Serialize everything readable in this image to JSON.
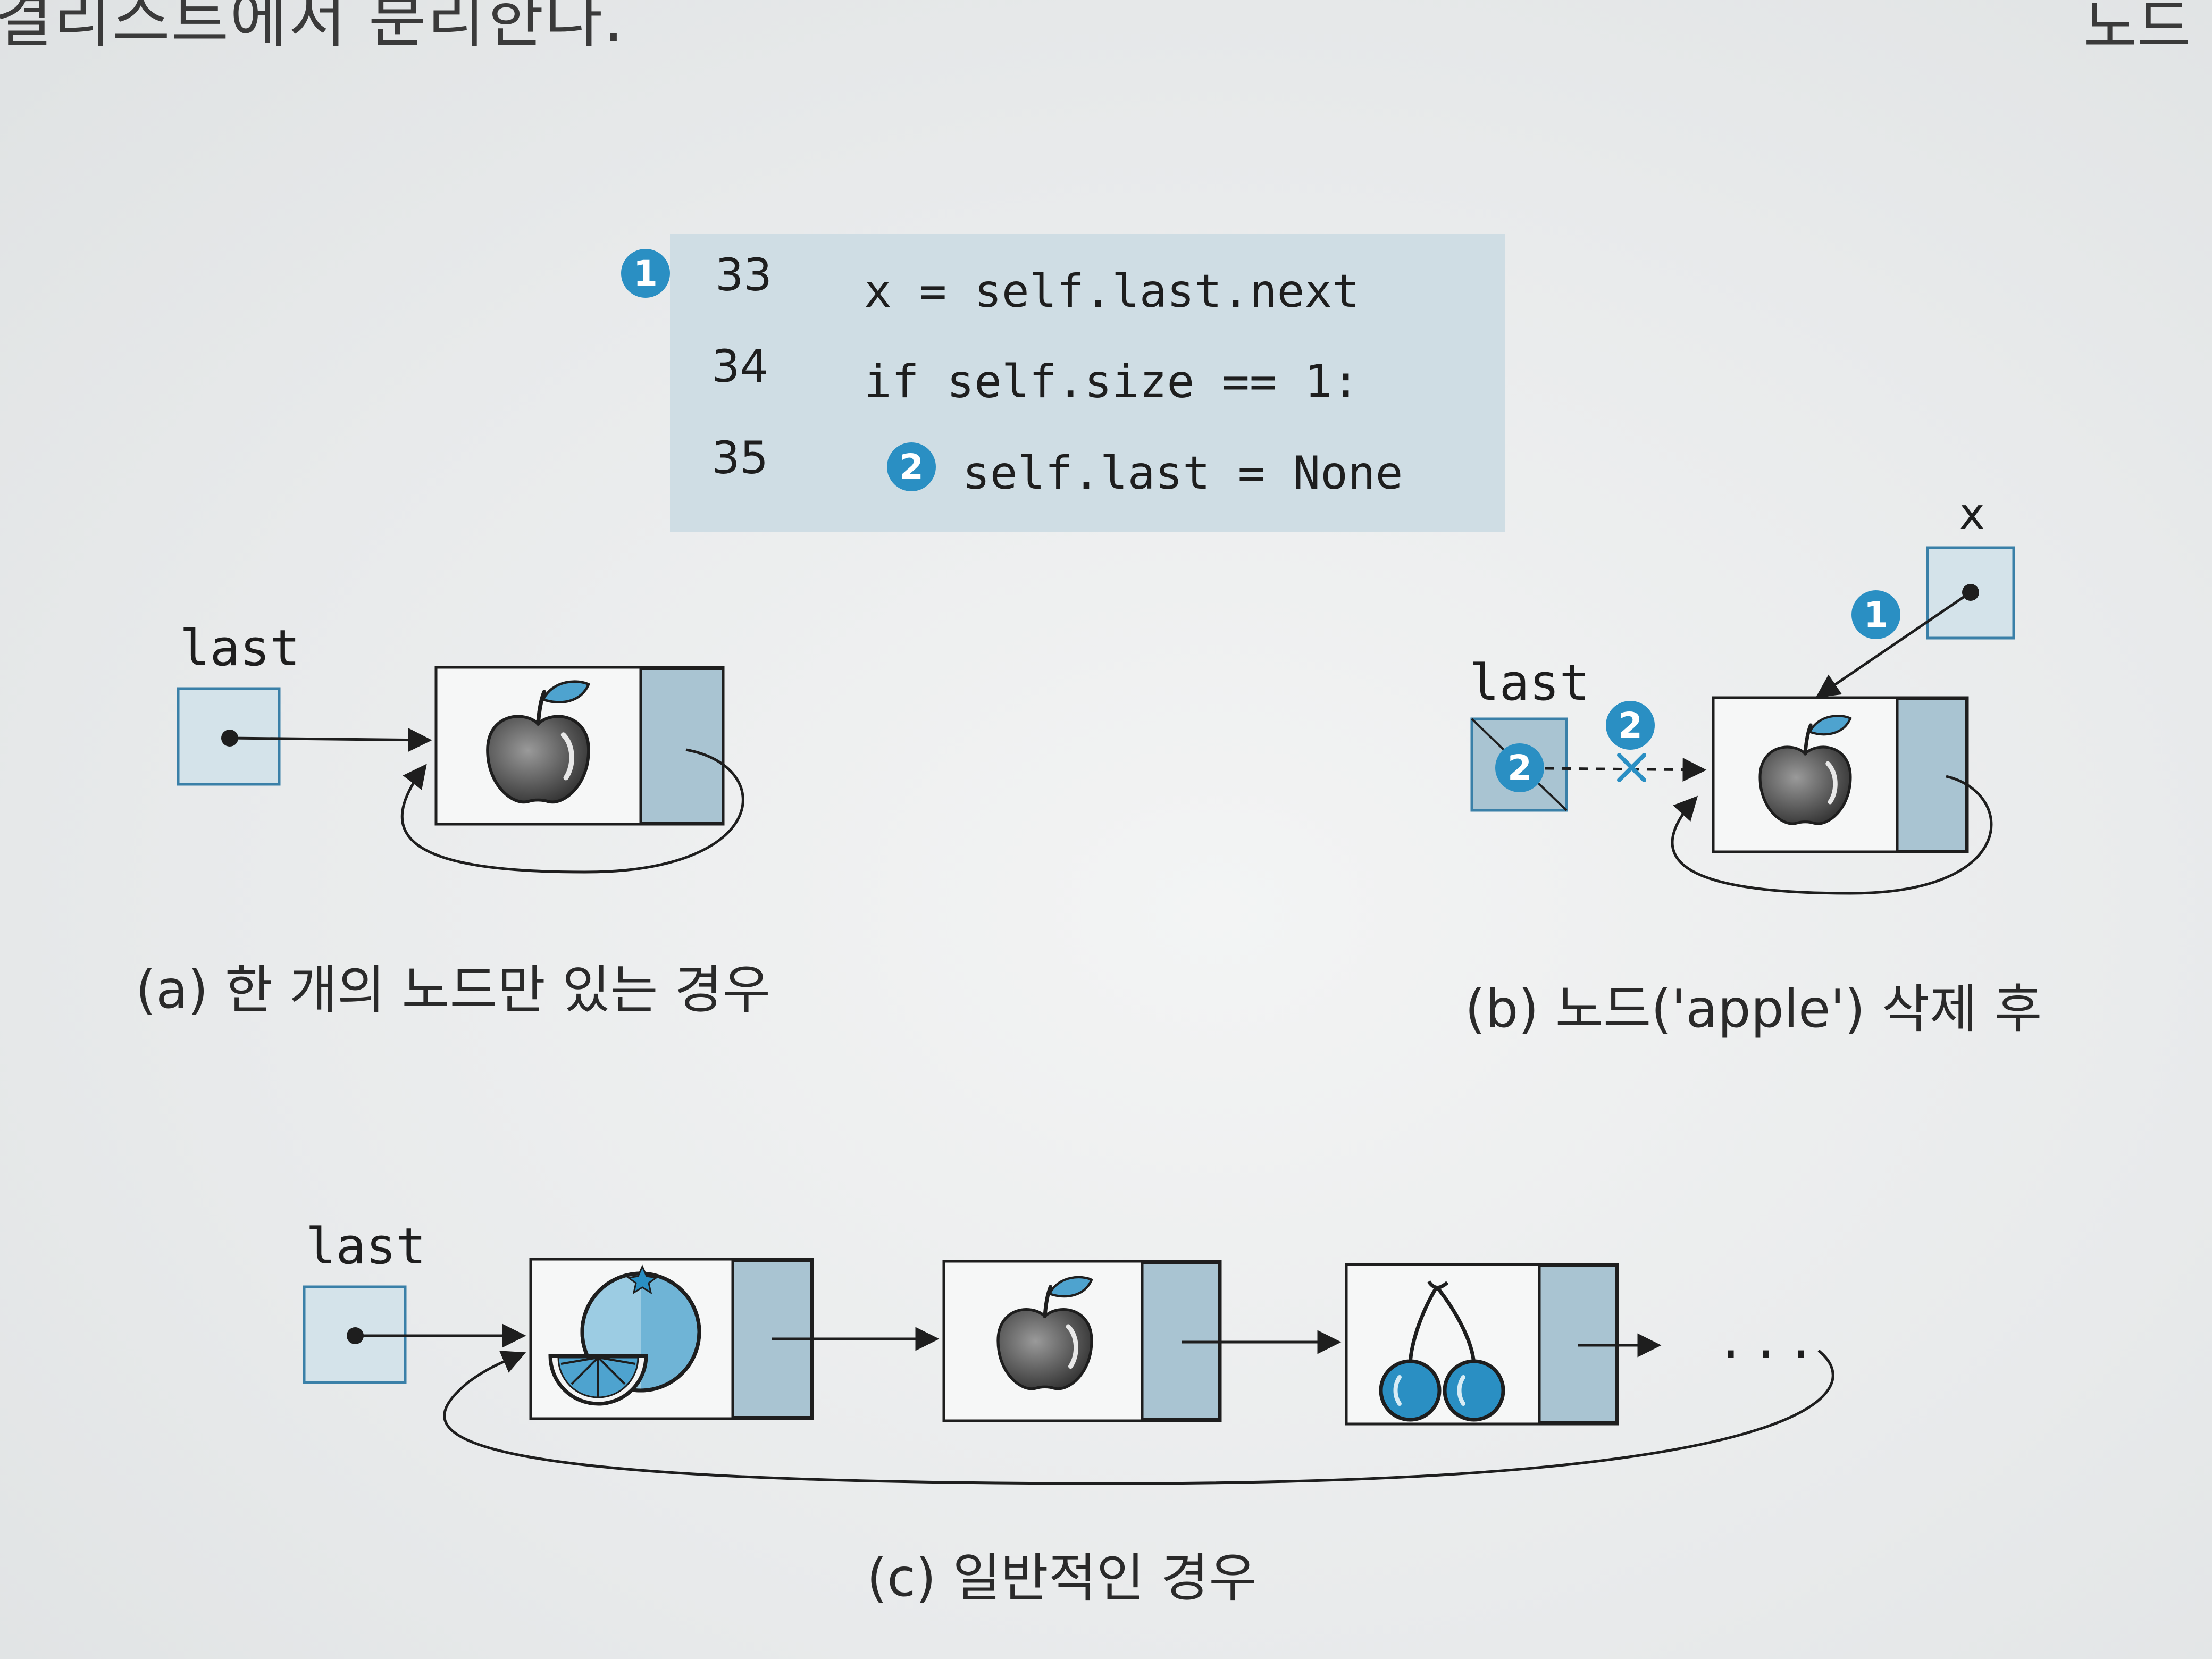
{
  "page": {
    "top_text": "결리스트에서 분리한다.",
    "top_right_text": "노드"
  },
  "code": {
    "lines": [
      {
        "num": "33",
        "text": "x = self.last.next",
        "badge": "1"
      },
      {
        "num": "34",
        "text": "if self.size == 1:",
        "badge": ""
      },
      {
        "num": "35",
        "text": "self.last = None",
        "badge": "2"
      }
    ]
  },
  "diagram_a": {
    "last_label": "last",
    "caption": "(a) 한 개의 노드만 있는 경우"
  },
  "diagram_b": {
    "last_label": "last",
    "x_label": "x",
    "badge_1": "1",
    "badge_2": "2",
    "caption": "(b) 노드('apple') 삭제 후"
  },
  "diagram_c": {
    "last_label": "last",
    "ellipsis": "...",
    "caption": "(c) 일반적인 경우"
  },
  "colors": {
    "accent": "#2a8fc3",
    "node_blue": "#a9c4d2",
    "pointer_box": "#d4e3ea",
    "code_bg": "#cfdde4"
  }
}
